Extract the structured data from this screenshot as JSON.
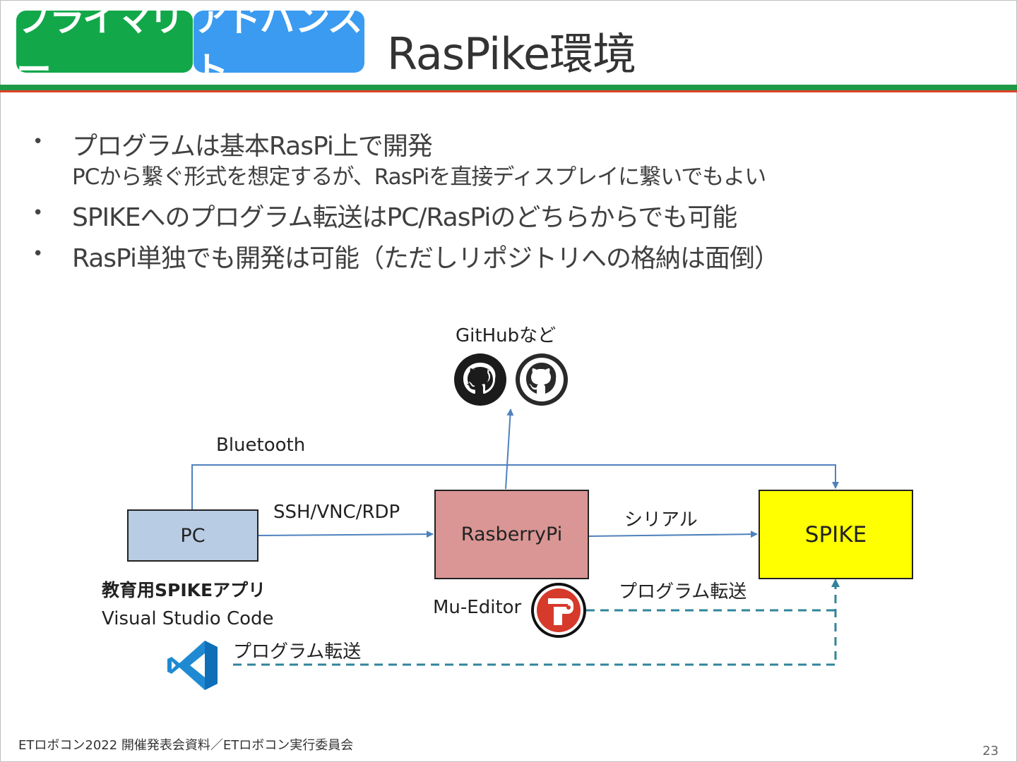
{
  "header": {
    "badge_primary": "プライマリー",
    "badge_advanced": "アドバンスト",
    "title": "RasPike環境",
    "colors": {
      "primary_badge": "#12a84a",
      "advanced_badge": "#3a9bf0",
      "rule_green": "#1e9a46",
      "rule_red": "#e2402a"
    }
  },
  "bullets": [
    {
      "text": "プログラムは基本RasPi上で開発",
      "sub": "PCから繋ぐ形式を想定するが、RasPiを直接ディスプレイに繋いでもよい"
    },
    {
      "text": "SPIKEへのプログラム転送はPC/RasPiのどちらからでも可能"
    },
    {
      "text": "RasPi単独でも開発は可能（ただしリポジトリへの格納は面倒）"
    }
  ],
  "diagram": {
    "repo_label": "GitHubなど",
    "bluetooth_label": "Bluetooth",
    "ssh_label": "SSH/VNC/RDP",
    "serial_label": "シリアル",
    "pc_label": "PC",
    "rpi_label": "RasberryPi",
    "spike_label": "SPIKE",
    "pc_app1": "教育用SPIKEアプリ",
    "pc_app2": "Visual Studio Code",
    "mu_label": "Mu-Editor",
    "transfer_rpi": "プログラム転送",
    "transfer_pc": "プログラム転送",
    "icons": [
      "github-icon",
      "github-octocat-icon",
      "mu-editor-icon",
      "vscode-icon"
    ],
    "colors": {
      "pc_box": "#b8cce4",
      "rpi_box": "#d99694",
      "spike_box": "#ffff00",
      "arrow": "#4f81bd",
      "dashed": "#31849b"
    }
  },
  "footer": {
    "text": "ETロボコン2022 開催発表会資料／ETロボコン実行委員会",
    "page_number": "23"
  }
}
